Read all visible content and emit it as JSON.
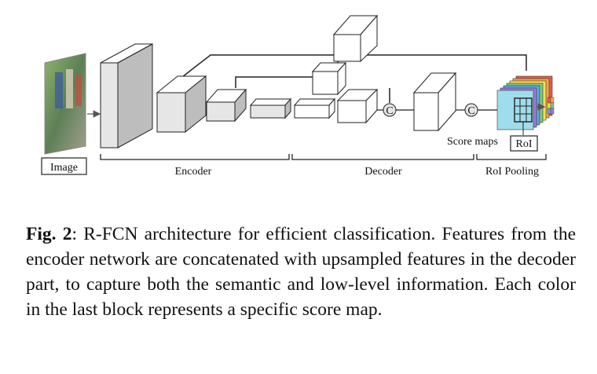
{
  "figure": {
    "labels": {
      "image": "Image",
      "encoder": "Encoder",
      "decoder": "Decoder",
      "roi_pooling": "RoI Pooling",
      "score_maps": "Score maps",
      "roi": "RoI",
      "concat": "C"
    },
    "score_map_colors": [
      "#e95a4f",
      "#f4a742",
      "#f3e05a",
      "#7fc97f",
      "#5aa9e6",
      "#a07ad8",
      "#9fdcec"
    ]
  },
  "caption": {
    "label": "Fig. 2",
    "text": ": R-FCN architecture for efficient classification. Features from the encoder network are concatenated with upsampled features in the decoder part, to capture both the semantic and low-level information. Each color in the last block represents a specific score map."
  }
}
